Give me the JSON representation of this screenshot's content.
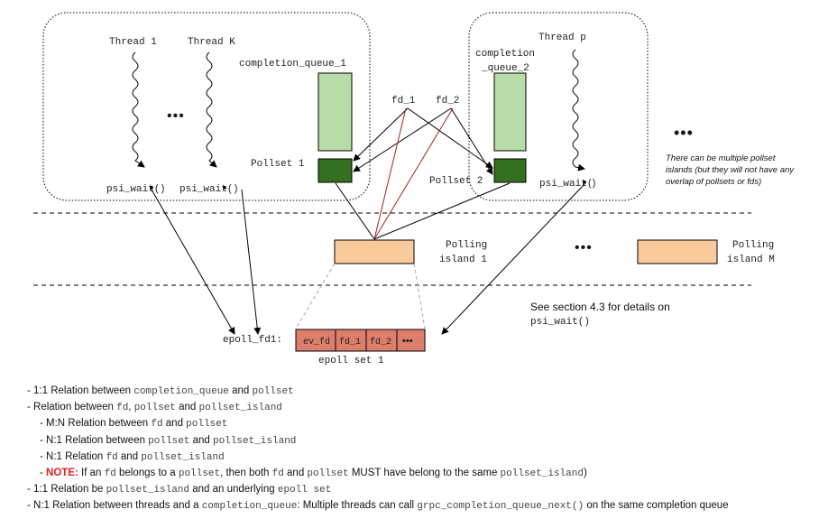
{
  "diagram": {
    "left_island": {
      "thread_1": "Thread 1",
      "thread_k": "Thread K",
      "dots": "•••",
      "completion_queue": "completion_queue_1",
      "pollset": "Pollset 1",
      "psi_wait_1": "psi_wait(",
      "psi_wait_2": "psi_wait("
    },
    "right_island": {
      "completion_queue_a": "completion",
      "completion_queue_b": "_queue_2",
      "thread_p": "Thread p",
      "pollset": "Pollset 2",
      "psi_wait": "psi_wait("
    },
    "fd_1": "fd_1",
    "fd_2": "fd_2",
    "more_islands_dots": "•••",
    "note_lines": [
      "There can be multiple pollset",
      "islands  (but they will not have any",
      "overlap of pollsets or fds)"
    ],
    "polling_island_1": [
      "Polling",
      "island 1"
    ],
    "polling_dots": "•••",
    "polling_island_m": [
      "Polling",
      "island M"
    ],
    "section_ref": "See section 4.3 for details on",
    "section_ref_code": "psi_wait()",
    "epoll_fd": "epoll_fd1:",
    "epoll_cells": [
      "ev_fd",
      "fd_1",
      "fd_2",
      "•••"
    ],
    "epoll_set_label": "epoll set 1",
    "colors": {
      "cq_fill": "#b7dca8",
      "pollset_fill": "#336f1e",
      "island_fill": "#f9cb9c",
      "epoll_fill": "#dd7e6b",
      "red_line": "#a52020"
    }
  },
  "notes": {
    "l1": [
      "- 1:1 Relation between ",
      "completion_queue",
      " and ",
      "pollset"
    ],
    "l2": [
      "- Relation between ",
      "fd",
      ", ",
      "pollset",
      " and ",
      "pollset_island"
    ],
    "l3": [
      "- M:N Relation between ",
      "fd",
      " and ",
      "pollset"
    ],
    "l4": [
      "- N:1 Relation between ",
      "pollset",
      " and ",
      "pollset_island"
    ],
    "l5": [
      "- N:1 Relation ",
      "fd",
      " and ",
      "pollset_island"
    ],
    "l6": [
      "- ",
      "NOTE:",
      " If an ",
      "fd",
      " belongs to a ",
      "pollset",
      ", then both ",
      "fd",
      " and ",
      "pollset",
      " MUST have belong to the same ",
      "pollset_island",
      ")"
    ],
    "l7": [
      "- 1:1 Relation be ",
      "pollset_island",
      " and an underlying ",
      "epoll set"
    ],
    "l8": [
      "- N:1 Relation between threads and a ",
      "completion_queue",
      ": Multiple threads can call ",
      "grpc_completion_queue_next()",
      " on the same completion queue"
    ]
  }
}
